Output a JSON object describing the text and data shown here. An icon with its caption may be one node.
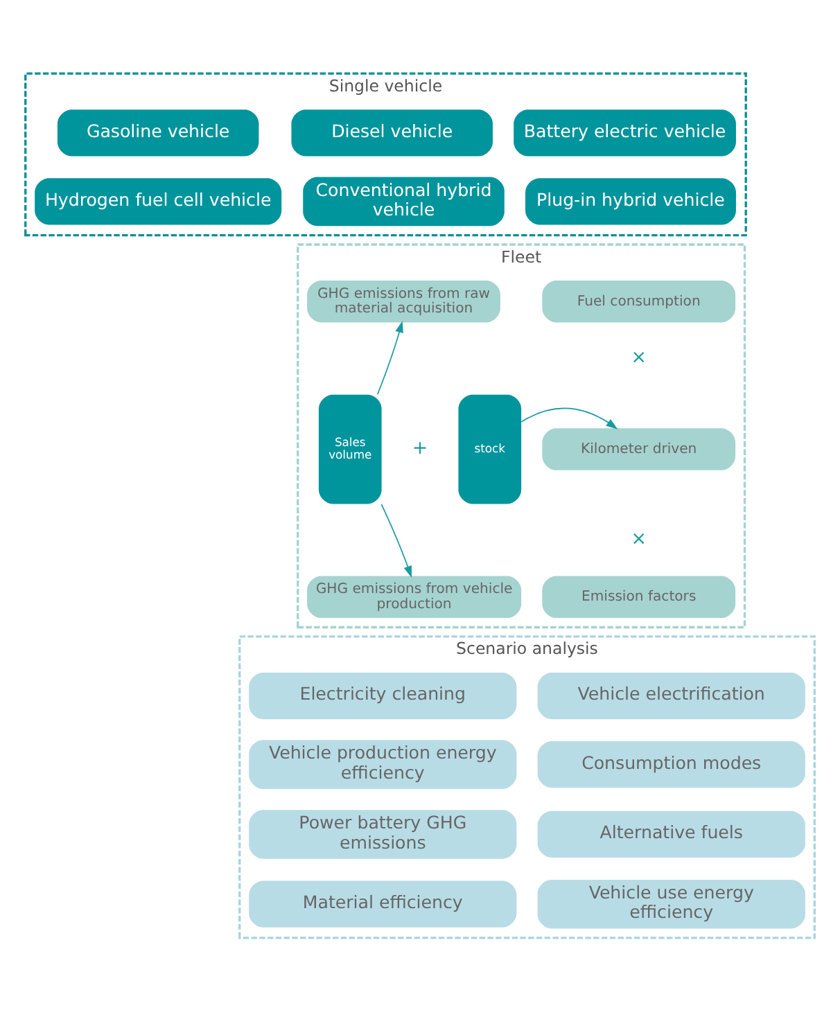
{
  "diagram": {
    "nodes": [
      {
        "text": [
          "Single vehicle"
        ]
      },
      {
        "text": [
          "Gasoline vehicle"
        ],
        "in": 0
      },
      {
        "text": [
          "Diesel vehicle"
        ],
        "in": 0
      },
      {
        "text": [
          "Battery electric vehicle"
        ],
        "in": 0
      },
      {
        "text": [
          "Hydrogen fuel cell vehicle"
        ],
        "in": 0
      },
      {
        "text": [
          "Conventional hybrid vehicle"
        ],
        "in": 0
      },
      {
        "text": [
          "Plug-in hybrid vehicle"
        ],
        "in": 0
      },
      {
        "text": [
          "Fleet"
        ]
      },
      {
        "text": [
          "GHG emissions from raw material acquisition"
        ],
        "in": 7
      },
      {
        "text": [
          "GHG emissions from vehicle production"
        ],
        "in": 7
      },
      {
        "text": [
          "Sales volume"
        ],
        "in": 7
      },
      {
        "text": [
          "stock"
        ],
        "in": 7
      },
      {
        "text": [
          "Fuel consumption"
        ],
        "in": 7
      },
      {
        "text": [
          "Kilometer driven"
        ],
        "in": 7
      },
      {
        "text": [
          "Emission factors"
        ],
        "in": 7
      },
      {
        "text": [
          "Scenario analysis"
        ]
      },
      {
        "text": [
          "Electricity cleaning"
        ],
        "in": 15
      },
      {
        "text": [
          "Vehicle electrification"
        ],
        "in": 15
      },
      {
        "text": [
          "Vehicle production energy efficiency"
        ],
        "in": 15
      },
      {
        "text": [
          "Consumption modes"
        ],
        "in": 15
      },
      {
        "text": [
          "Power battery GHG emissions"
        ],
        "in": 15
      },
      {
        "text": [
          "Alternative fuels"
        ],
        "in": 15
      },
      {
        "text": [
          "Material efficiency"
        ],
        "in": 15
      },
      {
        "text": [
          "Vehicle use energy efficiency"
        ],
        "in": 15
      }
    ],
    "edges": [
      {
        "from": 10,
        "to": 8,
        "arrow": "to"
      },
      {
        "from": 10,
        "to": 9,
        "arrow": "to"
      },
      {
        "from": 11,
        "to": 13,
        "arrow": "to"
      }
    ],
    "labels": [
      "+",
      "×",
      "×"
    ]
  }
}
